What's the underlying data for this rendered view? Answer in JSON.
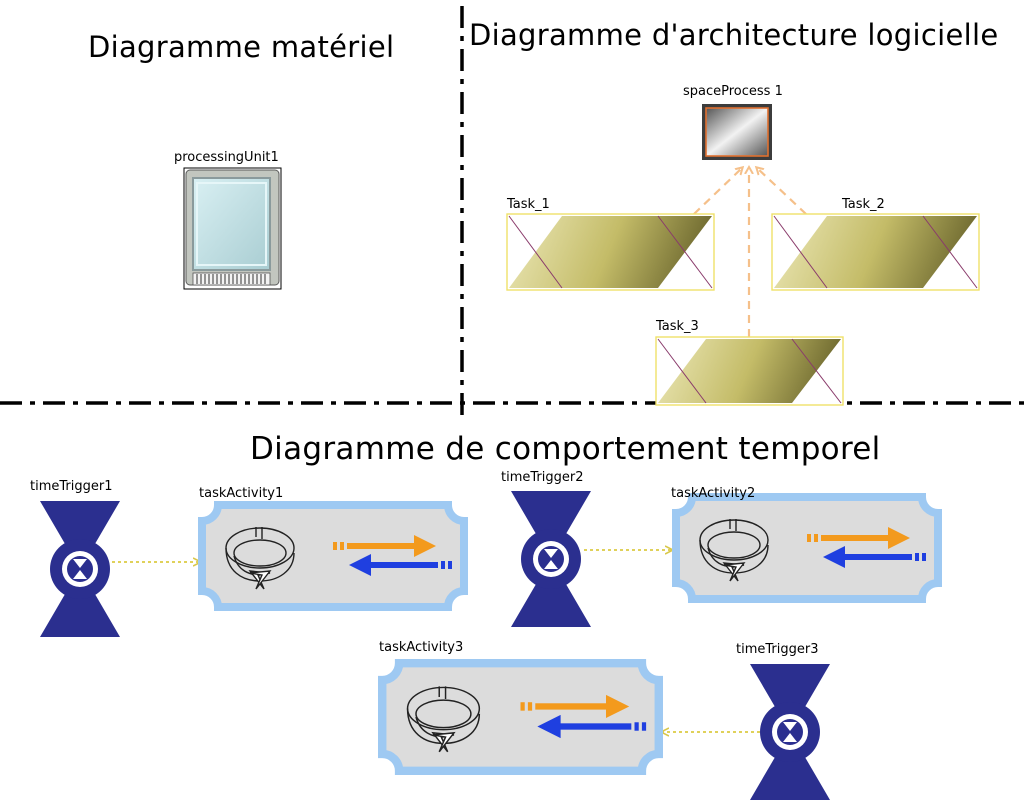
{
  "titles": {
    "hardware": "Diagramme matériel",
    "software": "Diagramme d'architecture logicielle",
    "temporal": "Diagramme de comportement temporel"
  },
  "hardware": {
    "processing_unit_label": "processingUnit1",
    "icon": "processing-unit-icon"
  },
  "software": {
    "space_process_label": "spaceProcess 1",
    "task1_label": "Task_1",
    "task2_label": "Task_2",
    "task3_label": "Task_3",
    "icons": [
      "space-process-icon",
      "task-icon"
    ]
  },
  "temporal": {
    "trigger1_label": "timeTrigger1",
    "trigger2_label": "timeTrigger2",
    "trigger3_label": "timeTrigger3",
    "activity1_label": "taskActivity1",
    "activity2_label": "taskActivity2",
    "activity3_label": "taskActivity3",
    "icons": [
      "time-trigger-icon",
      "task-activity-icon",
      "cycle-icon"
    ]
  },
  "colors": {
    "trigger_blue": "#2b2f8f",
    "activity_fill": "#dcdcdc",
    "activity_border": "#9ec9f2",
    "task_gold": "#c8c070",
    "dependency_orange": "#f5c08a",
    "arrow_orange": "#f39a1d",
    "arrow_blue": "#1f3fe0",
    "trigger_link": "#e0d15a"
  }
}
